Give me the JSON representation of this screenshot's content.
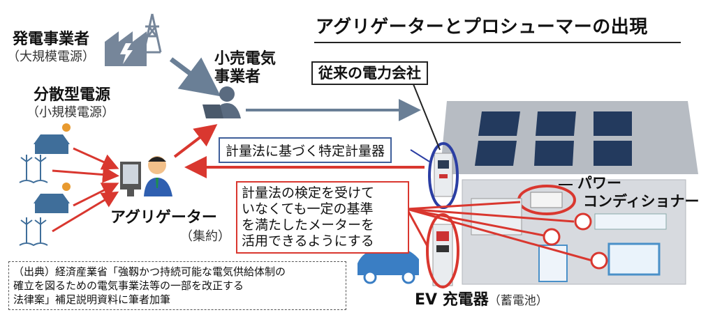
{
  "title": "アグリゲーターとプロシューマーの出現",
  "generator": {
    "name": "発電事業者",
    "sub": "（大規模電源）"
  },
  "retailer": {
    "line1": "小売電気",
    "line2": "事業者"
  },
  "distributed": {
    "name": "分散型電源",
    "sub": "（小規模電源）"
  },
  "aggregator": {
    "name": "アグリゲーター",
    "sub": "（集約）"
  },
  "utility": {
    "label": "従来の電力会社"
  },
  "meter_label": "計量法に基づく特定計量器",
  "note": {
    "line1": "計量法の検定を受けて",
    "line2": "いなくても一定の基準",
    "line3": "を満たしたメーターを",
    "line4": "活用できるようにする"
  },
  "power_conditioner": {
    "line1": "パワー",
    "line2": "コンディショナー"
  },
  "ev": {
    "main": "EV 充電器",
    "sub": "（蓄電池）"
  },
  "source": {
    "line1": "（出典）経済産業省「強靱かつ持続可能な電気供給体制の",
    "line2": "確立を図るための電気事業法等の一部を改正する",
    "line3": "法律案」補足説明資料に筆者加筆"
  },
  "colors": {
    "red_arrow": "#d9372f",
    "blue_arrow": "#6a7f96",
    "icon_blue": "#3f6e9a",
    "panel": "#233a5e"
  }
}
